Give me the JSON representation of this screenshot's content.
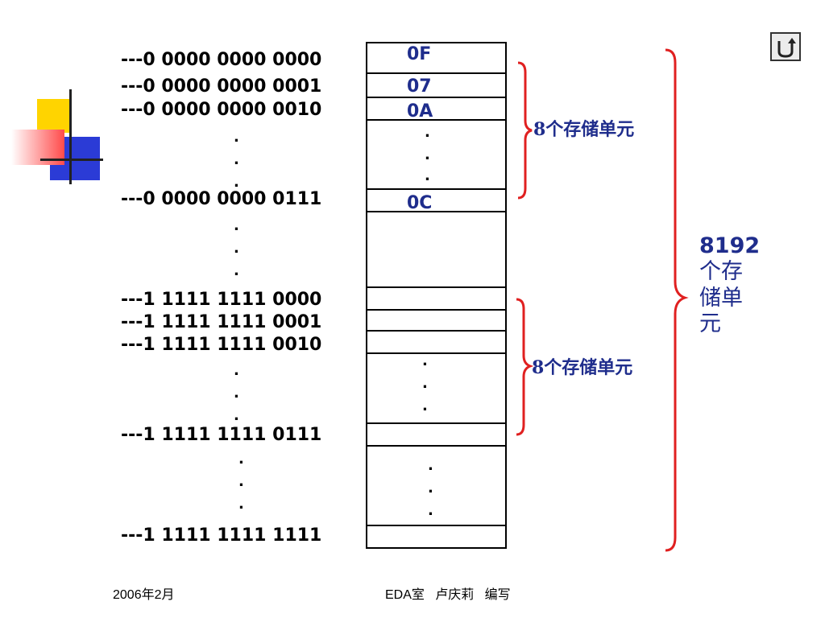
{
  "addresses": [
    "---0 0000 0000 0000",
    "---0 0000 0000 0001",
    "---0 0000 0000 0010",
    "---0 0000 0000 0111",
    "---1 1111 1111 0000",
    "---1 1111 1111 0001",
    "---1 1111 1111 0010",
    "---1 1111 1111 0111",
    "---1 1111 1111 1111"
  ],
  "cells": [
    "0F",
    "07",
    "0A",
    "0C"
  ],
  "brace_labels": {
    "top": "8个存储单元",
    "bottom": "8个存储单元"
  },
  "total_label": {
    "number": "8192",
    "text": "个存储单元"
  },
  "footer": {
    "date": "2006年2月",
    "author": "EDA室   卢庆莉   编写"
  },
  "icons": {
    "back": "return-arrow-icon",
    "deco": "color-squares-deco-icon"
  },
  "colors": {
    "cell_text": "#1f2d8c",
    "brace": "#e02020"
  }
}
